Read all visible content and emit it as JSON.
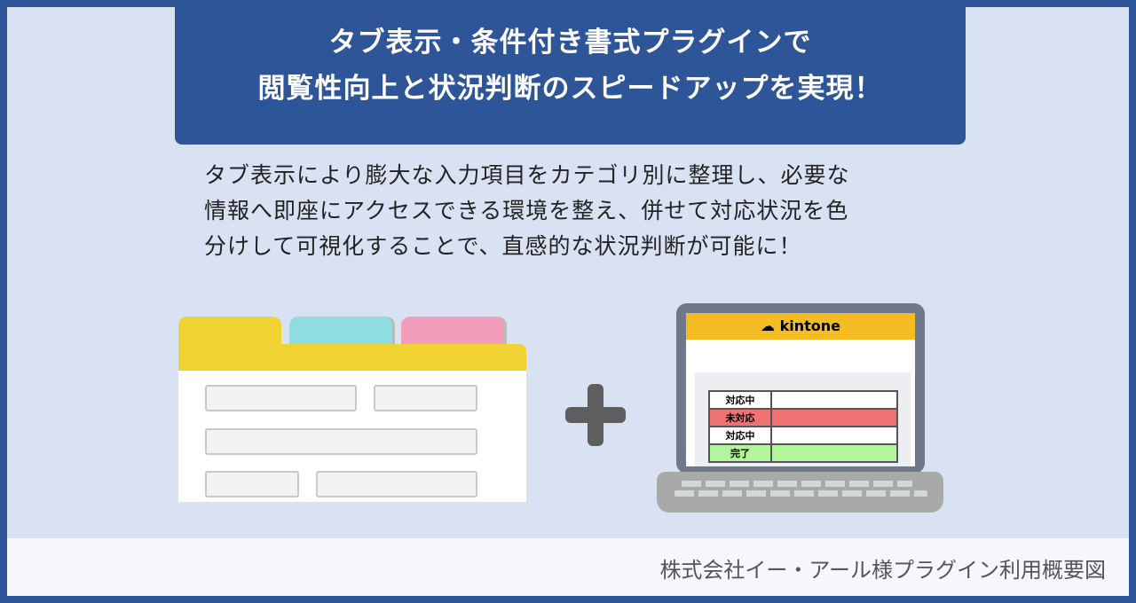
{
  "title": {
    "line1": "タブ表示・条件付き書式プラグインで",
    "line2": "閲覧性向上と状況判断のスピードアップを実現！"
  },
  "description": {
    "line1": "タブ表示により膨大な入力項目をカテゴリ別に整理し、必要な",
    "line2": "情報へ即座にアクセスできる環境を整え、併せて対応状況を色",
    "line3": "分けして可視化することで、直感的な状況判断が可能に！"
  },
  "kintone": {
    "logo": "kintone",
    "rows": [
      {
        "status": "対応中",
        "color": "#ffffff"
      },
      {
        "status": "未対応",
        "color": "#f07373"
      },
      {
        "status": "対応中",
        "color": "#ffffff"
      },
      {
        "status": "完了",
        "color": "#b3f59a"
      }
    ]
  },
  "tabs": {
    "colors": [
      "#f0d232",
      "#8fdde0",
      "#f29dba"
    ]
  },
  "footer": {
    "caption": "株式会社イー・アール様プラグイン利用概要図"
  }
}
